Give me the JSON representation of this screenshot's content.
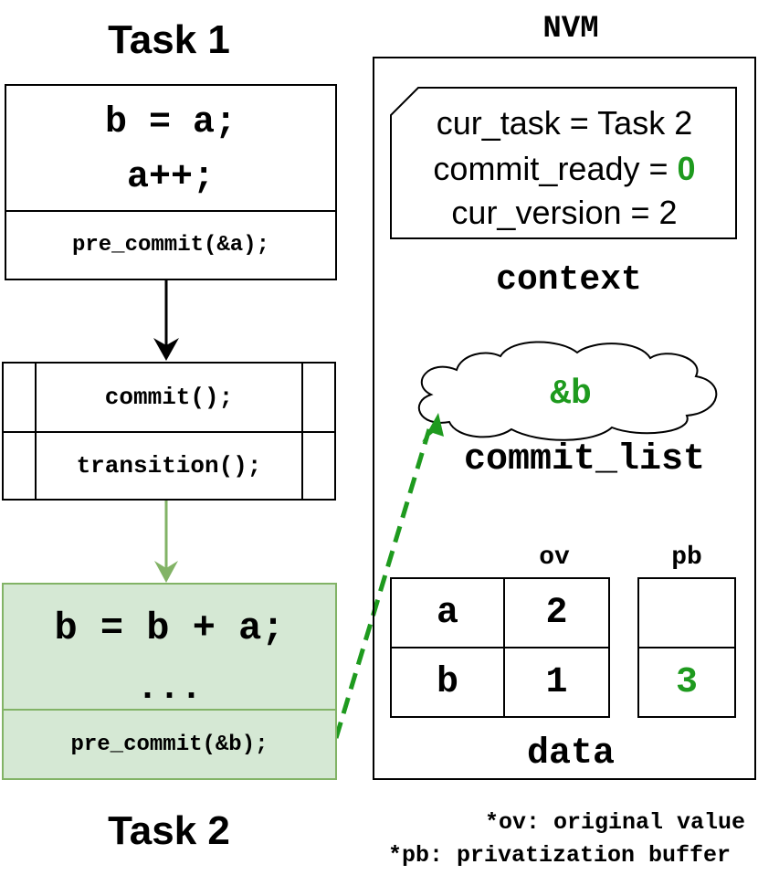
{
  "task1": {
    "title": "Task 1",
    "code_line1": "b = a;",
    "code_line2": "a++;",
    "footer": "pre_commit(&a);"
  },
  "transition_block": {
    "line1": "commit();",
    "line2": "transition();"
  },
  "task2": {
    "title": "Task 2",
    "code_line1": "b = b + a;",
    "code_line2": "...",
    "footer": "pre_commit(&b);",
    "fill_color": "#d5e8d4",
    "border_color": "#82b366"
  },
  "nvm": {
    "title": "NVM",
    "context": {
      "cur_task_label": "cur_task = Task 2",
      "commit_ready_label": "commit_ready = ",
      "commit_ready_value": "0",
      "cur_version_label": "cur_version = 2",
      "caption": "context"
    },
    "commit_list": {
      "item": "&b",
      "caption": "commit_list"
    },
    "data": {
      "col_ov": "ov",
      "col_pb": "pb",
      "rows": [
        {
          "var": "a",
          "ov": "2",
          "pb": ""
        },
        {
          "var": "b",
          "ov": "1",
          "pb": "3"
        }
      ],
      "caption": "data"
    }
  },
  "notes": {
    "ov": "*ov: original value",
    "pb": "*pb: privatization buffer"
  },
  "colors": {
    "highlight_green": "#1e9a1e",
    "arrow_green": "#82b366",
    "dashed_arrow": "#1e9a1e"
  }
}
